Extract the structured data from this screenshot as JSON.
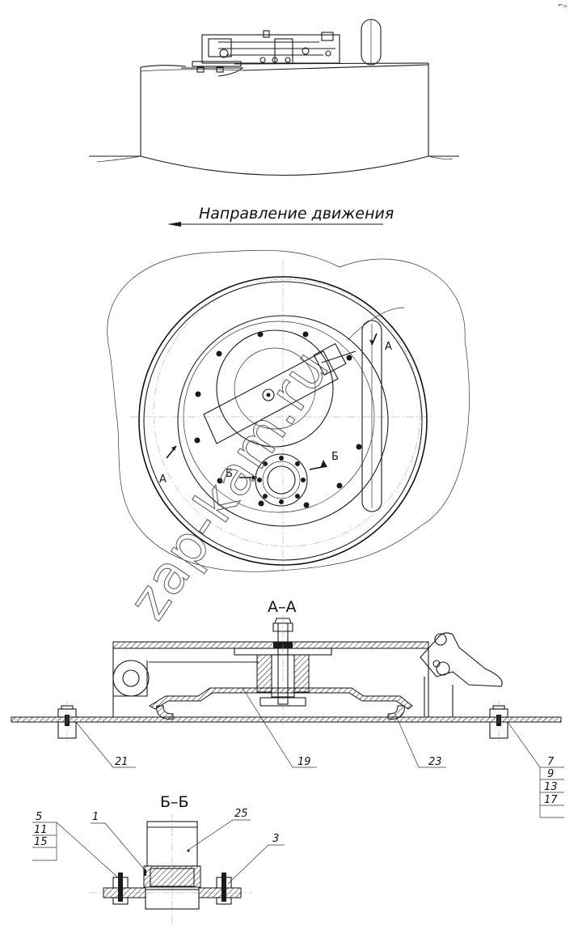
{
  "direction_label": "Направление движения",
  "corner_mark": "⌐ₘ",
  "watermark": "zap-kam.ru",
  "plan_marks": {
    "a_left": "А",
    "a_right": "А",
    "b_left": "Б",
    "b_right": "Б"
  },
  "sections": {
    "aa_title": "А–А",
    "bb_title": "Б–Б"
  },
  "callouts": {
    "c21": "21",
    "c19": "19",
    "c23": "23",
    "c7": "7",
    "c9": "9",
    "c13": "13",
    "c17": "17",
    "c5": "5",
    "c11": "11",
    "c15": "15",
    "c1": "1",
    "c25": "25",
    "c3": "3"
  }
}
